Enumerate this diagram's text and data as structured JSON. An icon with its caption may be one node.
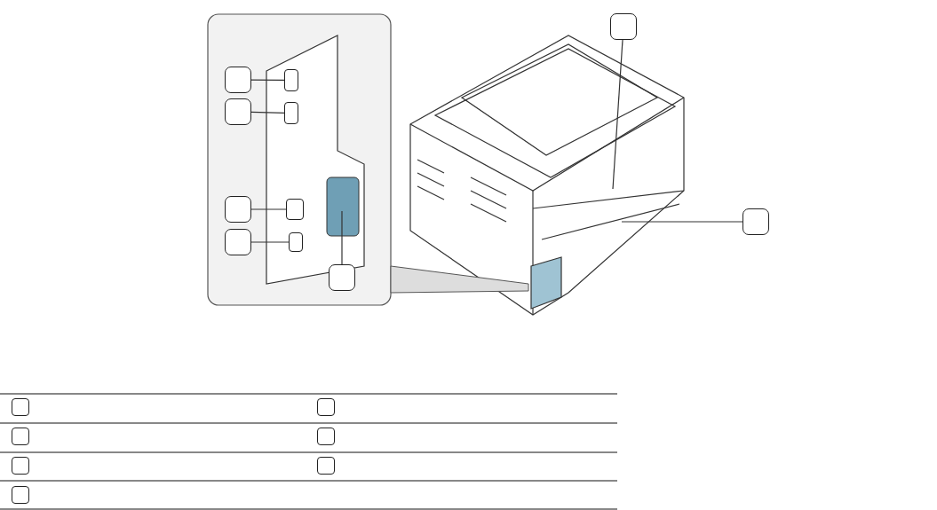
{
  "diagram": {
    "nodes": [
      {
        "text": [],
        "shape": "box"
      },
      {
        "text": [],
        "shape": "box"
      },
      {
        "text": [],
        "shape": "box"
      },
      {
        "text": [],
        "shape": "box"
      },
      {
        "text": [],
        "shape": "box"
      },
      {
        "text": [],
        "shape": "box"
      },
      {
        "text": [],
        "shape": "box"
      },
      {
        "text": [],
        "shape": "box"
      },
      {
        "text": [],
        "shape": "box"
      },
      {
        "text": [],
        "shape": "box"
      },
      {
        "text": [],
        "shape": "box"
      },
      {
        "text": [],
        "shape": "box"
      },
      {
        "text": [],
        "shape": "box"
      },
      {
        "text": [],
        "shape": "box"
      },
      {
        "text": [],
        "shape": "box"
      },
      {
        "text": [],
        "shape": "box"
      },
      {
        "text": [],
        "shape": "box"
      },
      {
        "text": [],
        "shape": "box"
      }
    ],
    "edges": [
      {
        "from": 0,
        "to": null,
        "arrow": "none"
      },
      {
        "from": 1,
        "to": 14,
        "arrow": "none"
      },
      {
        "from": 2,
        "to": 15,
        "arrow": "none"
      },
      {
        "from": 3,
        "to": 16,
        "arrow": "none"
      },
      {
        "from": 4,
        "to": null,
        "arrow": "none"
      },
      {
        "from": 5,
        "to": 17,
        "arrow": "none"
      },
      {
        "from": 6,
        "to": null,
        "arrow": "none"
      }
    ]
  }
}
